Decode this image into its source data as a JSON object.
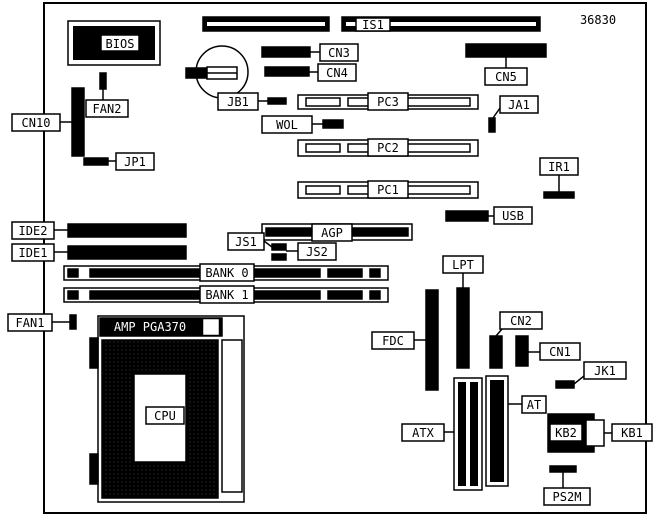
{
  "diagram_id": "36830",
  "labels": {
    "bios": "BIOS",
    "is1": "IS1",
    "cn3": "CN3",
    "cn4": "CN4",
    "cn5": "CN5",
    "jb1": "JB1",
    "fan2": "FAN2",
    "cn10": "CN10",
    "pc3": "PC3",
    "ja1": "JA1",
    "wol": "WOL",
    "pc2": "PC2",
    "jp1": "JP1",
    "ir1": "IR1",
    "pc1": "PC1",
    "usb": "USB",
    "ide2": "IDE2",
    "ide1": "IDE1",
    "agp": "AGP",
    "js1": "JS1",
    "js2": "JS2",
    "lpt": "LPT",
    "bank0": "BANK 0",
    "bank1": "BANK 1",
    "fan1": "FAN1",
    "cn2": "CN2",
    "fdc": "FDC",
    "cn1": "CN1",
    "jk1": "JK1",
    "at": "AT",
    "atx": "ATX",
    "kb2": "KB2",
    "kb1": "KB1",
    "ps2m": "PS2M",
    "cpu": "CPU",
    "socket": "AMP PGA370"
  }
}
